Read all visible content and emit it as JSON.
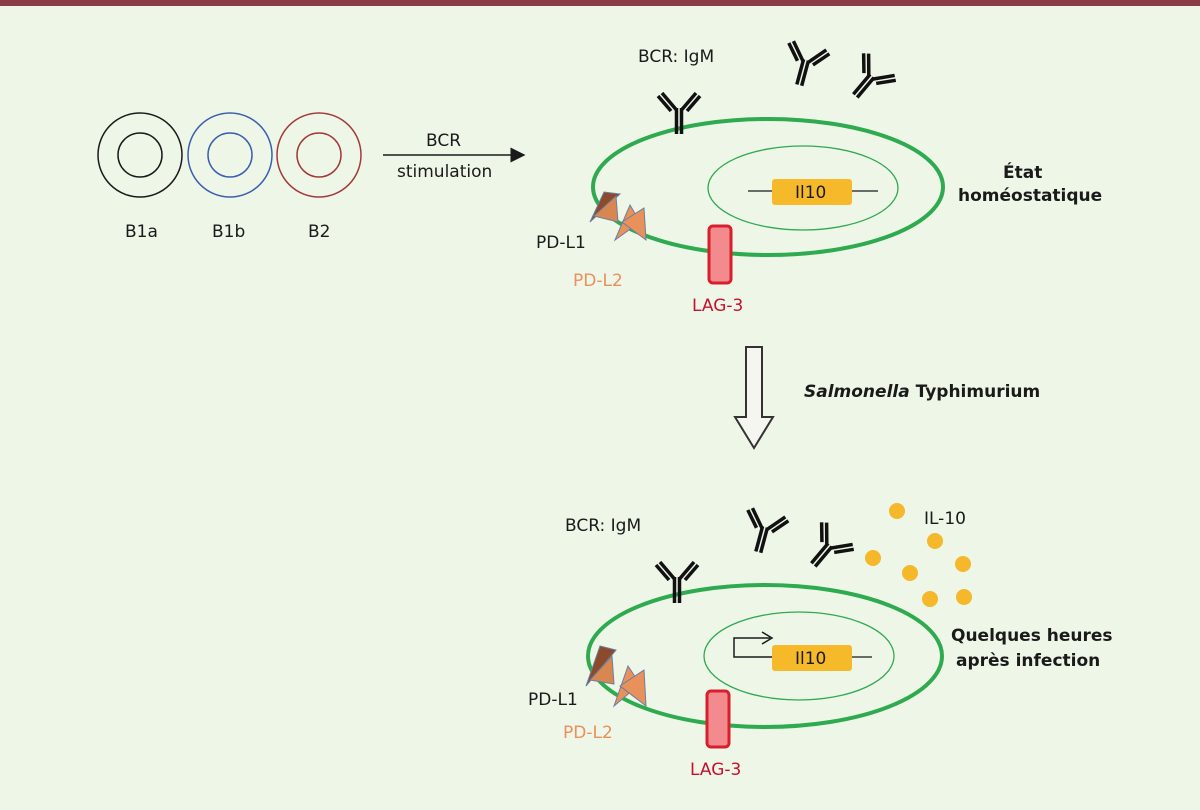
{
  "cells": {
    "b1a": "B1a",
    "b1b": "B1b",
    "b2": "B2",
    "colors": {
      "b1a": "#1a1a1a",
      "b1b": "#3a5fb0",
      "b2": "#a23a3a"
    }
  },
  "stimulation": {
    "line1": "BCR",
    "line2": "stimulation"
  },
  "panel_top": {
    "bcr": "BCR: IgM",
    "gene": "Il10",
    "pdl1": "PD-L1",
    "pdl2": "PD-L2",
    "lag3": "LAG-3",
    "state_line1": "État",
    "state_line2": "homéostatique"
  },
  "transition": {
    "italic": "Salmonella",
    "rest": " Typhimurium"
  },
  "panel_bottom": {
    "bcr": "BCR: IgM",
    "il10": "IL-10",
    "gene": "Il10",
    "pdl1": "PD-L1",
    "pdl2": "PD-L2",
    "lag3": "LAG-3",
    "state_line1": "Quelques heures",
    "state_line2": "après infection"
  },
  "colors": {
    "top_bar": "#8b3a48",
    "background": "#eef6e8",
    "membrane": "#2eaa4f",
    "gene": "#f6b92a",
    "lag3_fill": "#f28a8e",
    "lag3_stroke": "#d8202c",
    "pdl1": "#8b4a2b",
    "pdl2": "#e8915b",
    "il10_dots": "#f4b82a"
  }
}
